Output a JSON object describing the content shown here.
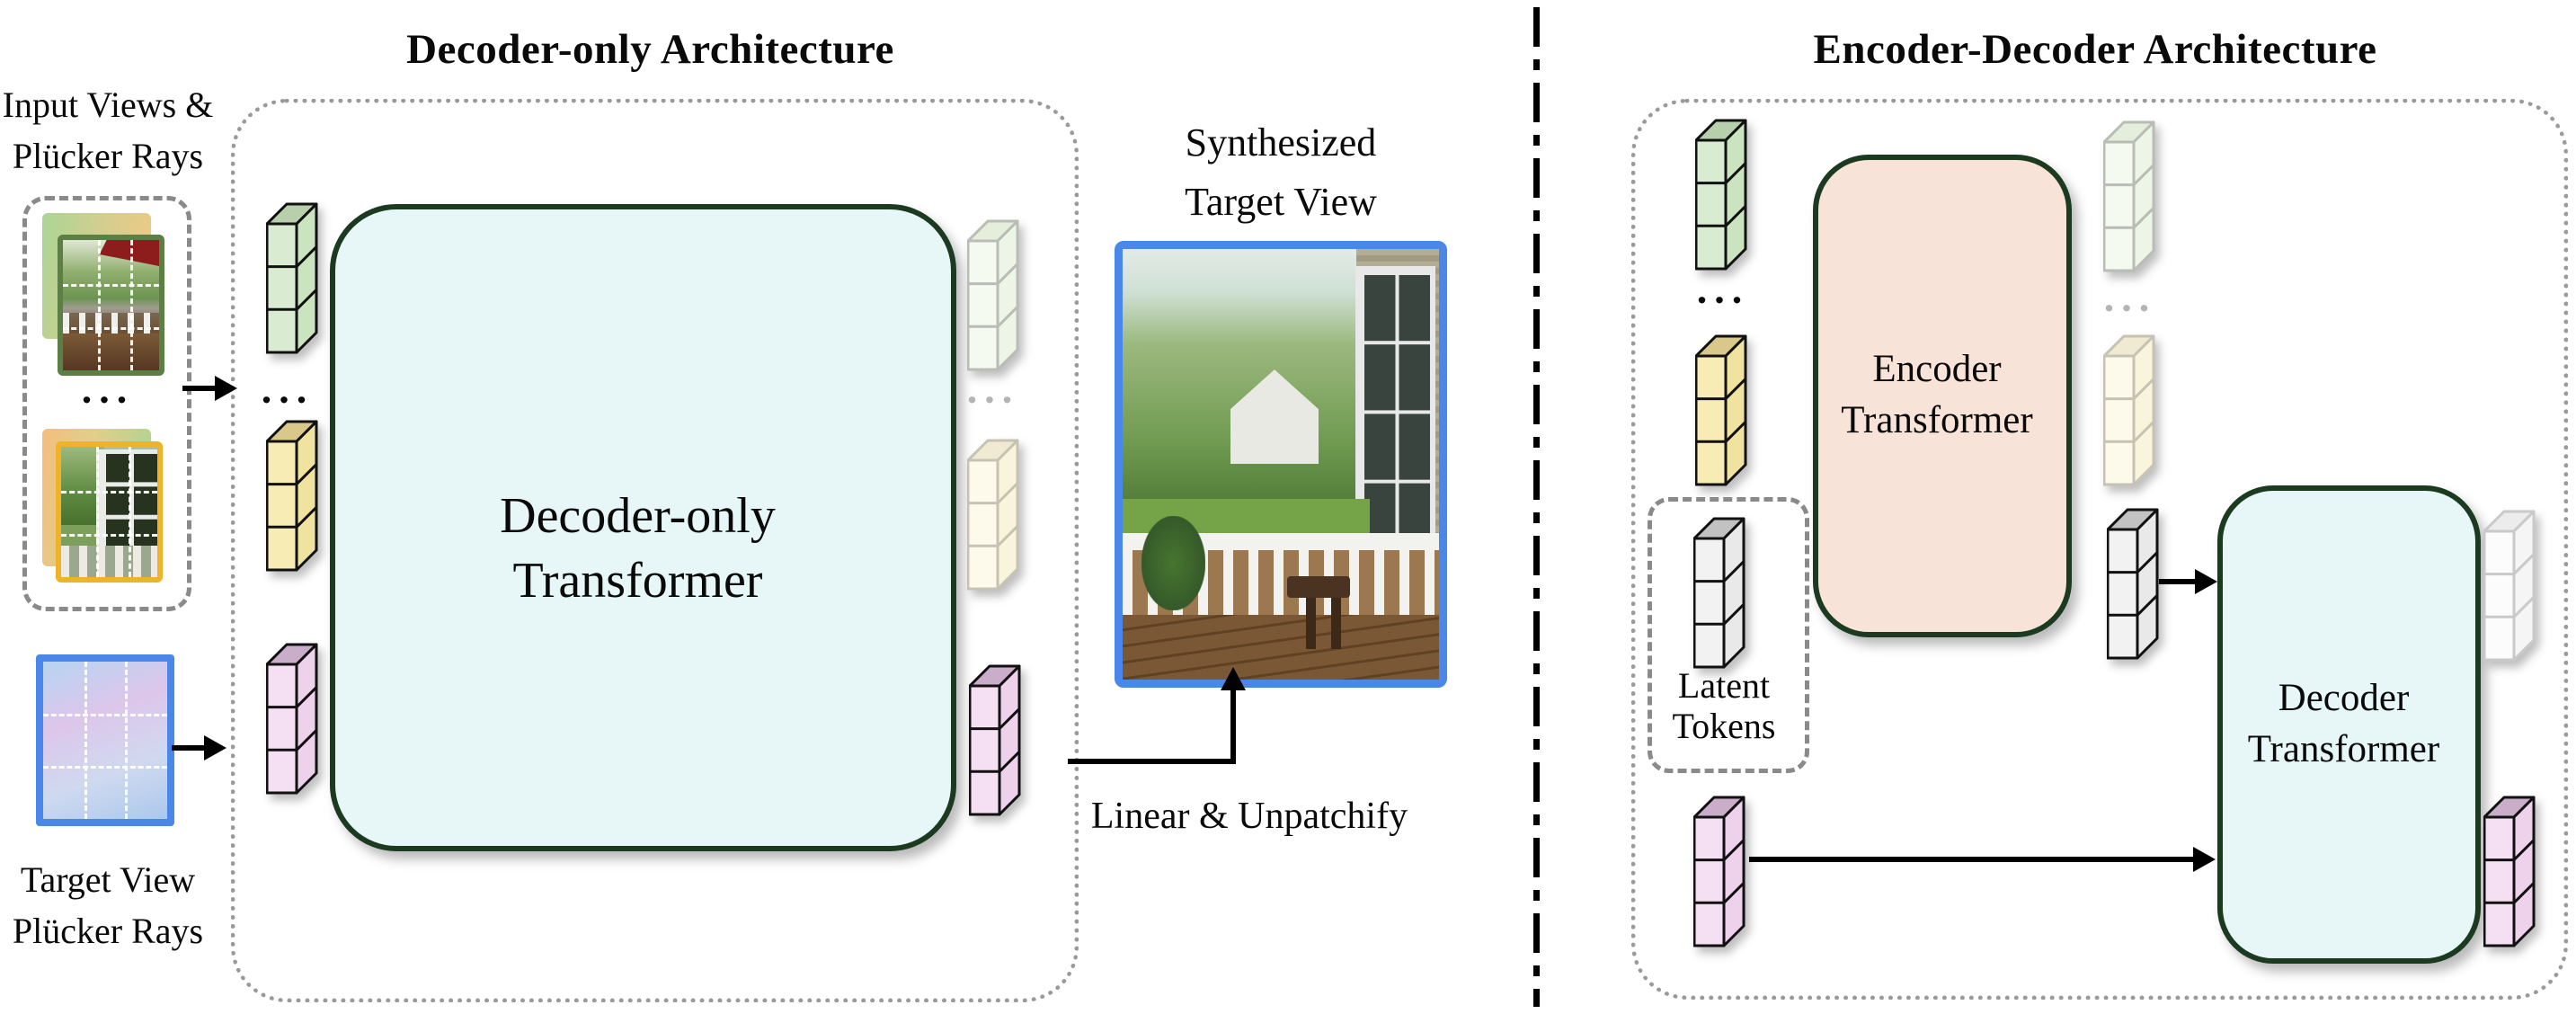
{
  "left_panel": {
    "title": "Decoder-only Architecture",
    "input_label": [
      "Input Views &",
      "Plücker Rays"
    ],
    "target_label": [
      "Target View",
      "Plücker Rays"
    ],
    "transformer_label": [
      "Decoder-only",
      "Transformer"
    ],
    "synthesized_label": [
      "Synthesized",
      "Target View"
    ],
    "linear_label": "Linear & Unpatchify",
    "ellipsis": "..."
  },
  "right_panel": {
    "title": "Encoder-Decoder Architecture",
    "encoder_label": [
      "Encoder",
      "Transformer"
    ],
    "decoder_label": [
      "Decoder",
      "Transformer"
    ],
    "latent_label": [
      "Latent",
      "Tokens"
    ],
    "ellipsis": "..."
  },
  "colors": {
    "box_border": "#1c3a20",
    "decoder_fill": "#e7f7f8",
    "encoder_fill": "#f7e3d7",
    "container_dot": "#9a9a9a",
    "dashed_box": "#8a8a8a",
    "divider": "#000000",
    "arrow": "#000000",
    "ellipsis_faded": "#b4b4b4",
    "photo_border_green": "#5b7f45",
    "photo_border_yellow": "#eeb32b",
    "photo_border_blue": "#4a87e8",
    "tokens": {
      "green": {
        "front": "#d9ecd2",
        "top": "#b7cfab",
        "side": "#cbe4c0",
        "stroke": "#111111"
      },
      "yellow": {
        "front": "#f7ecb4",
        "top": "#d8c98a",
        "side": "#f0e3a0",
        "stroke": "#111111"
      },
      "pink": {
        "front": "#f5e0f3",
        "top": "#c9adc9",
        "side": "#eed2ec",
        "stroke": "#111111"
      },
      "gray": {
        "front": "#f2f2f2",
        "top": "#c2c2c2",
        "side": "#e9e9e9",
        "stroke": "#111111"
      },
      "faded_green": {
        "front": "#f4faf0",
        "top": "#e4eedb",
        "side": "#edf5e6",
        "stroke": "#b9bdb6"
      },
      "faded_yellow": {
        "front": "#fdfaeb",
        "top": "#f0ead2",
        "side": "#f9f4dc",
        "stroke": "#c6c3b4"
      },
      "faded_white": {
        "front": "#fcfcfc",
        "top": "#ececec",
        "side": "#f5f5f5",
        "stroke": "#c9c9c9"
      }
    }
  }
}
